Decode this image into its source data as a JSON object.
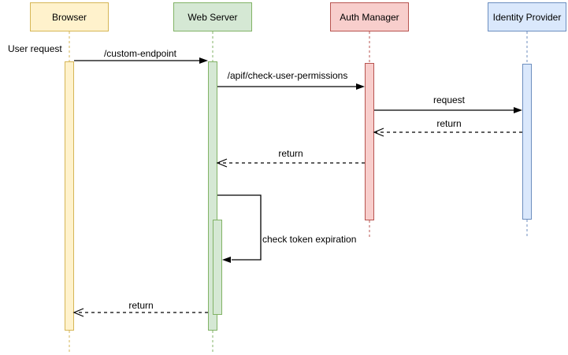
{
  "diagram": {
    "kind": "uml-sequence-diagram",
    "participants": [
      {
        "name": "Browser",
        "fill": "#FFF2CC",
        "stroke": "#D6B656"
      },
      {
        "name": "Web Server",
        "fill": "#D5E8D4",
        "stroke": "#82B366"
      },
      {
        "name": "Auth Manager",
        "fill": "#F8CECC",
        "stroke": "#B85450"
      },
      {
        "name": "Identity Provider",
        "fill": "#DAE8FC",
        "stroke": "#6C8EBF"
      }
    ],
    "side_note": {
      "text": "User request"
    },
    "messages": [
      {
        "label": "/custom-endpoint",
        "from": "Browser",
        "to": "Web Server",
        "type": "solid"
      },
      {
        "label": "/apif/check-user-permissions",
        "from": "Web Server",
        "to": "Auth Manager",
        "type": "solid"
      },
      {
        "label": "request",
        "from": "Auth Manager",
        "to": "Identity Provider",
        "type": "solid"
      },
      {
        "label": "return",
        "from": "Identity Provider",
        "to": "Auth Manager",
        "type": "dashed-return"
      },
      {
        "label": "return",
        "from": "Auth Manager",
        "to": "Web Server",
        "type": "dashed-return"
      },
      {
        "label": "check token expiration",
        "from": "Web Server",
        "to": "Web Server",
        "type": "self-call"
      },
      {
        "label": "return",
        "from": "Web Server",
        "to": "Browser",
        "type": "dashed-return"
      }
    ],
    "message_line_color": "#000000"
  }
}
